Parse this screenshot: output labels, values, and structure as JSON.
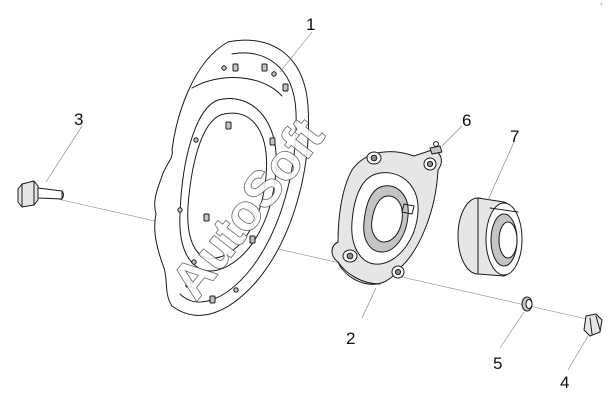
{
  "diagram": {
    "callouts": [
      {
        "id": "1",
        "label": "1"
      },
      {
        "id": "2",
        "label": "2"
      },
      {
        "id": "3",
        "label": "3"
      },
      {
        "id": "4",
        "label": "4"
      },
      {
        "id": "5",
        "label": "5"
      },
      {
        "id": "6",
        "label": "6"
      },
      {
        "id": "7",
        "label": "7"
      }
    ],
    "watermark": "AutoSoft",
    "colors": {
      "line": "#1a1a1a",
      "leader": "#7a7a7a",
      "background": "#ffffff"
    }
  }
}
